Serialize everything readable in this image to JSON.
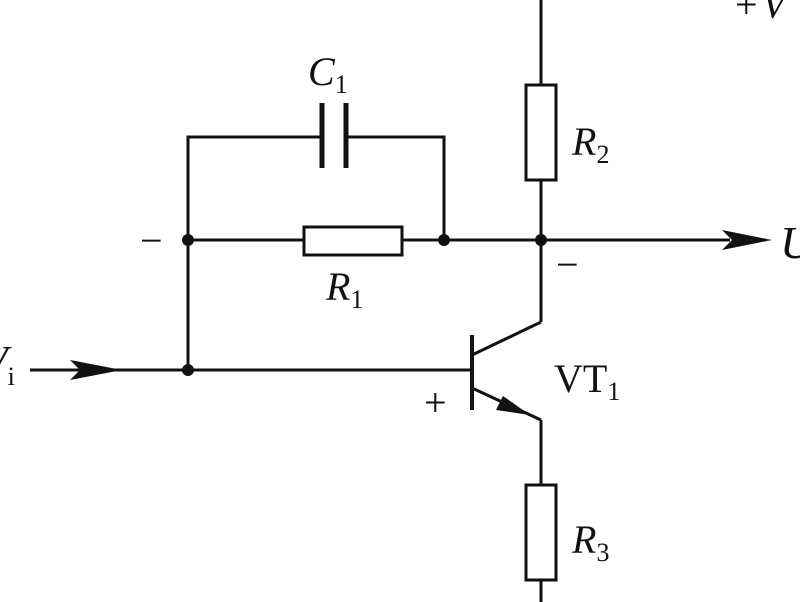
{
  "labels": {
    "supply": {
      "sign": "+",
      "name": "V"
    },
    "c1": {
      "name": "C",
      "sub": "1"
    },
    "r1": {
      "name": "R",
      "sub": "1"
    },
    "r2": {
      "name": "R",
      "sub": "2"
    },
    "r3": {
      "name": "R",
      "sub": "3"
    },
    "vt1": {
      "name": "VT",
      "sub": "1"
    },
    "output": {
      "name": "U"
    },
    "input": {
      "name": "V",
      "sub": "i"
    },
    "polarity_minus_left": "−",
    "polarity_minus_collector": "−",
    "polarity_plus_base": "+"
  }
}
